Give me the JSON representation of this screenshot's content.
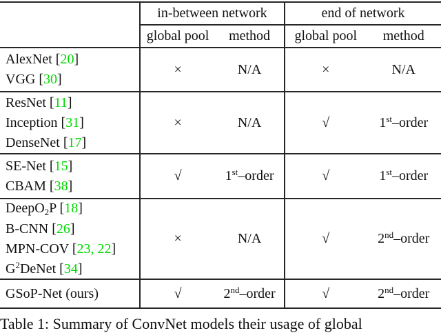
{
  "colors": {
    "cite": "#00d800",
    "rule": "#262626",
    "text": "#111111"
  },
  "caption": "Table 1: Summary of ConvNet models their usage of global",
  "table": {
    "col_groups": [
      "in-between network",
      "end of network"
    ],
    "sub_headers": [
      "global pool",
      "method"
    ],
    "rows": [
      {
        "models": [
          {
            "parts": [
              {
                "t": "AlexNet"
              }
            ],
            "cites": "20"
          },
          {
            "parts": [
              {
                "t": "VGG"
              }
            ],
            "cites": "30"
          }
        ],
        "cells": [
          {
            "pool": "×",
            "method": [
              {
                "t": "N/A"
              }
            ]
          },
          {
            "pool": "×",
            "method": [
              {
                "t": "N/A"
              }
            ]
          }
        ]
      },
      {
        "models": [
          {
            "parts": [
              {
                "t": "ResNet"
              }
            ],
            "cites": "11"
          },
          {
            "parts": [
              {
                "t": "Inception"
              }
            ],
            "cites": "31"
          },
          {
            "parts": [
              {
                "t": "DenseNet"
              }
            ],
            "cites": "17"
          }
        ],
        "cells": [
          {
            "pool": "×",
            "method": [
              {
                "t": "N/A"
              }
            ]
          },
          {
            "pool": "√",
            "method": [
              {
                "t": "1"
              },
              {
                "t": "st",
                "s": "sup"
              },
              {
                "t": "–order"
              }
            ]
          }
        ]
      },
      {
        "models": [
          {
            "parts": [
              {
                "t": "SE-Net"
              }
            ],
            "cites": "15"
          },
          {
            "parts": [
              {
                "t": "CBAM"
              }
            ],
            "cites": "38"
          }
        ],
        "cells": [
          {
            "pool": "√",
            "method": [
              {
                "t": "1"
              },
              {
                "t": "st",
                "s": "sup"
              },
              {
                "t": "–order"
              }
            ]
          },
          {
            "pool": "√",
            "method": [
              {
                "t": "1"
              },
              {
                "t": "st",
                "s": "sup"
              },
              {
                "t": "–order"
              }
            ]
          }
        ]
      },
      {
        "models": [
          {
            "parts": [
              {
                "t": "DeepO"
              },
              {
                "t": "2",
                "s": "sub"
              },
              {
                "t": "P"
              }
            ],
            "cites": "18"
          },
          {
            "parts": [
              {
                "t": "B-CNN"
              }
            ],
            "cites": "26"
          },
          {
            "parts": [
              {
                "t": "MPN-COV"
              }
            ],
            "cites": "23, 22"
          },
          {
            "parts": [
              {
                "t": "G"
              },
              {
                "t": "2",
                "s": "sup"
              },
              {
                "t": "DeNet"
              }
            ],
            "cites": "34"
          }
        ],
        "cells": [
          {
            "pool": "×",
            "method": [
              {
                "t": "N/A"
              }
            ]
          },
          {
            "pool": "√",
            "method": [
              {
                "t": "2"
              },
              {
                "t": "nd",
                "s": "sup"
              },
              {
                "t": "–order"
              }
            ]
          }
        ]
      },
      {
        "models": [
          {
            "parts": [
              {
                "t": "GSoP-Net (ours)"
              }
            ],
            "cites": null
          }
        ],
        "cells": [
          {
            "pool": "√",
            "method": [
              {
                "t": "2"
              },
              {
                "t": "nd",
                "s": "sup"
              },
              {
                "t": "–order"
              }
            ]
          },
          {
            "pool": "√",
            "method": [
              {
                "t": "2"
              },
              {
                "t": "nd",
                "s": "sup"
              },
              {
                "t": "–order"
              }
            ]
          }
        ]
      }
    ]
  }
}
